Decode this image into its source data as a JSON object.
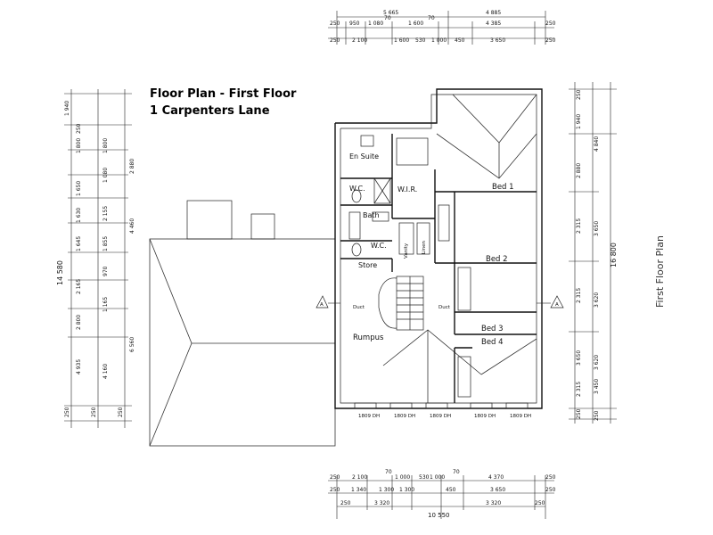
{
  "header": {
    "title": "Floor Plan - First Floor",
    "address": "1 Carpenters Lane"
  },
  "side_caption": "First Floor Plan",
  "rooms": {
    "en_suite": "En Suite",
    "wc_upper": "W.C.",
    "wir": "W.I.R.",
    "bed1": "Bed 1",
    "bath": "Bath",
    "wc_lower": "W.C.",
    "vanity": "Vanity",
    "linen": "Linen",
    "bed2": "Bed 2",
    "store": "Store",
    "rumpus": "Rumpus",
    "bed3": "Bed 3",
    "bed4": "Bed 4"
  },
  "annotations": {
    "duct_left": "Duct",
    "duct_right": "Duct",
    "section_left": "A",
    "section_right": "A"
  },
  "windows_bottom": [
    "1809 DH",
    "1809 DH",
    "1809 DH",
    "1809 DH",
    "1809 DH"
  ],
  "dims_top": {
    "row1": [
      "5 665",
      "4 885"
    ],
    "row2": [
      "250",
      "950",
      "1 080",
      "70",
      "1 600",
      "70",
      "4 385",
      "250"
    ],
    "row3": [
      "250",
      "2 100",
      "1 600",
      "530",
      "1 000",
      "450",
      "3 650",
      "250"
    ]
  },
  "dims_bottom": {
    "row1": [
      "250",
      "2 100",
      "70",
      "1 000",
      "530",
      "1 000",
      "70",
      "4 370",
      "250"
    ],
    "row2": [
      "250",
      "1 340",
      "1 300",
      "1 300",
      "450",
      "3 650",
      "250"
    ],
    "row3": [
      "250",
      "3 320",
      "3 320",
      "250"
    ],
    "total": "10 550"
  },
  "dims_left": {
    "col1": [
      "1 940",
      "250",
      "1 800",
      "1 650",
      "1 630",
      "1 645",
      "2 165",
      "2 800",
      "4 935",
      "250"
    ],
    "col2": [
      "1 800",
      "1 080",
      "2 155",
      "1 855",
      "970",
      "1 165",
      "4 160",
      "250"
    ],
    "col3": [
      "2 880",
      "4 460",
      "6 560",
      "250"
    ],
    "total": "14 580"
  },
  "dims_right": {
    "col1": [
      "250",
      "1 940",
      "2 880",
      "2 315",
      "2 315",
      "3 650",
      "2 315",
      "250"
    ],
    "col2": [
      "4 840",
      "3 650",
      "3 620",
      "3 620",
      "3 450",
      "250"
    ],
    "total": "16 800"
  }
}
